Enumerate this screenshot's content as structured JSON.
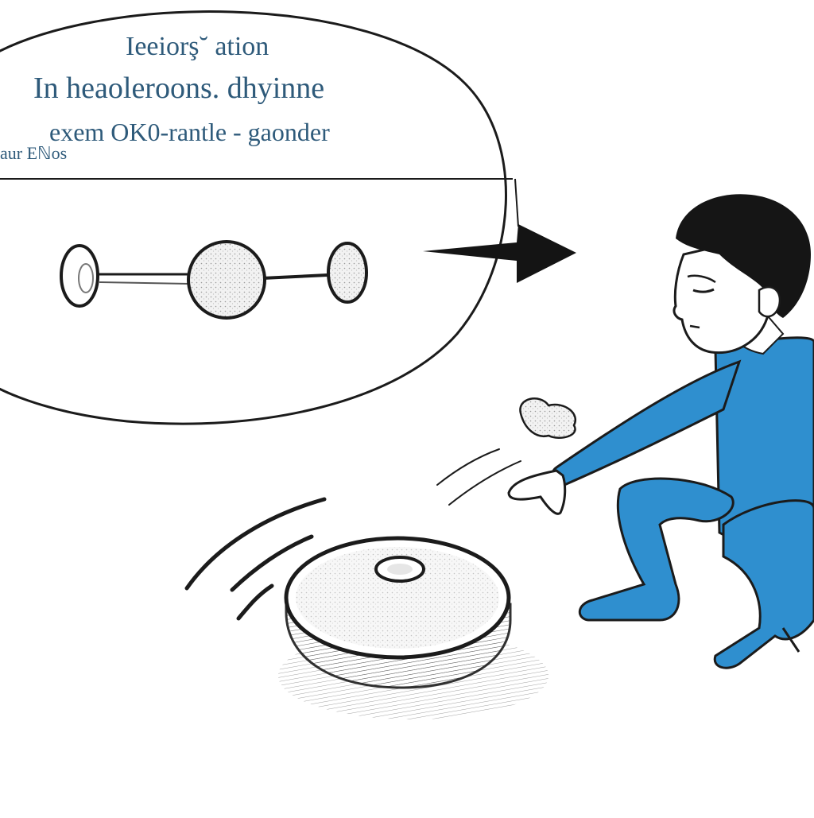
{
  "colors": {
    "ink": "#1b1b1b",
    "text_blue": "#2e5a7a",
    "accent_red": "#b33a2a",
    "shirt_blue": "#2f8fcf",
    "shirt_shadow": "#1f6fa8",
    "hair": "#151515",
    "skin": "#ffffff",
    "background": "#ffffff"
  },
  "speech_bubble": {
    "lines": [
      "Ieeiorş˘ ation",
      "In  heaoleroons. dhyinne",
      "exem OK0-rantle - gaonder",
      "aur Eℕos"
    ]
  },
  "icons": {
    "molecule": "molecule-diagram-icon",
    "arrow": "arrow-right-icon",
    "robot": "robot-vacuum-icon",
    "debris": "crumpled-debris-icon"
  }
}
